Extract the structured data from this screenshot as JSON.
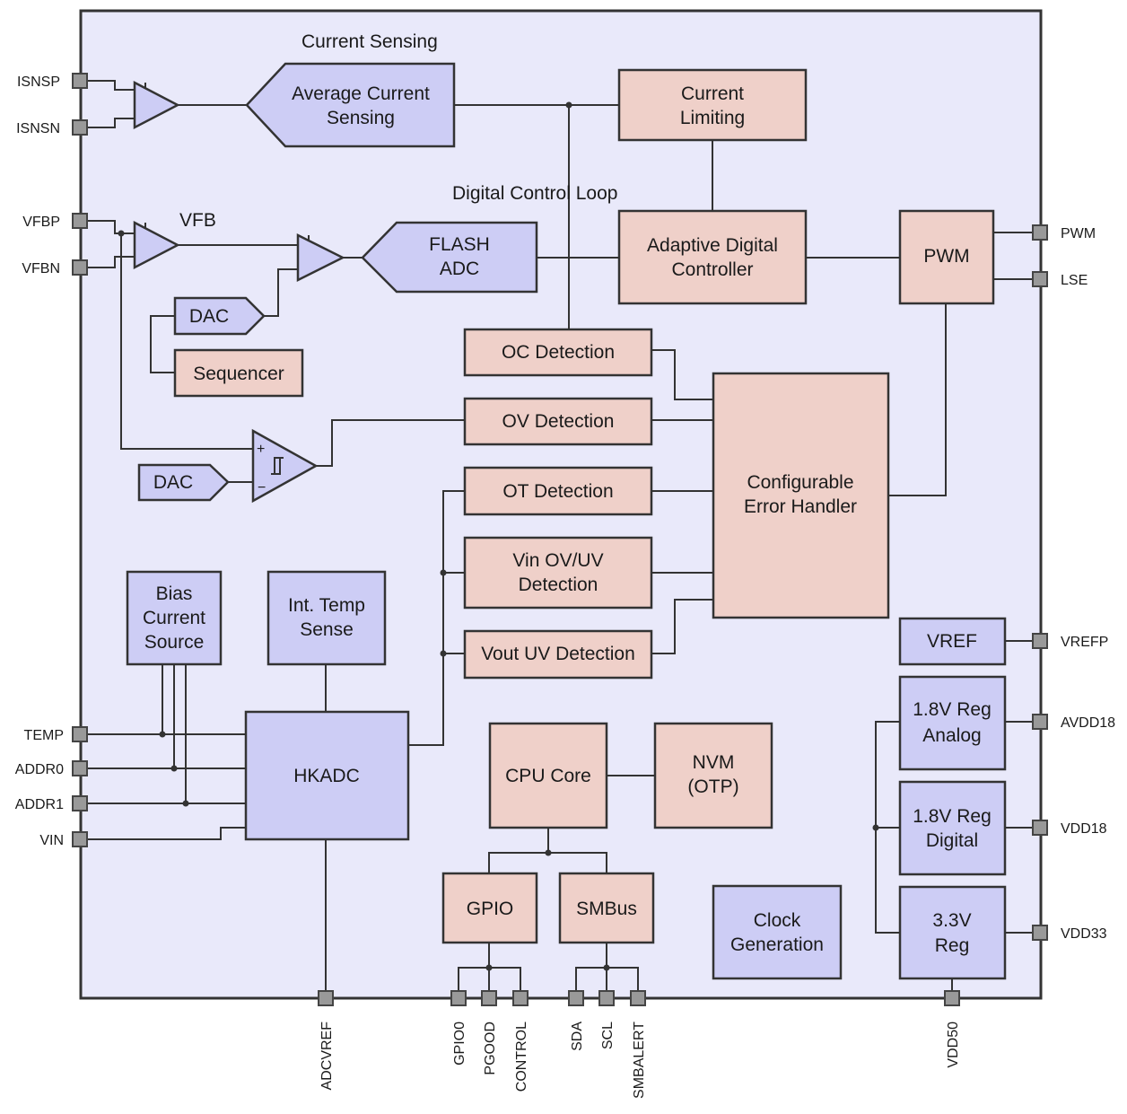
{
  "colors": {
    "chip_bg": "#e9e9fa",
    "block_pink": "#efd0c9",
    "block_blue": "#cdcdf5",
    "pin_fill": "#999999"
  },
  "section_labels": {
    "current_sensing": "Current Sensing",
    "digital_control_loop": "Digital Control Loop",
    "vfb": "VFB"
  },
  "blocks": {
    "avg_current": [
      "Average Current",
      "Sensing"
    ],
    "current_limiting": [
      "Current",
      "Limiting"
    ],
    "flash_adc": [
      "FLASH",
      "ADC"
    ],
    "adaptive_controller": [
      "Adaptive Digital",
      "Controller"
    ],
    "pwm": "PWM",
    "dac1": "DAC",
    "sequencer": "Sequencer",
    "oc_detection": "OC Detection",
    "ov_detection": "OV Detection",
    "dac2": "DAC",
    "ot_detection": "OT Detection",
    "vin_detection": [
      "Vin OV/UV",
      "Detection"
    ],
    "vout_detection": "Vout UV Detection",
    "error_handler": [
      "Configurable",
      "Error Handler"
    ],
    "bias_current": [
      "Bias",
      "Current",
      "Source"
    ],
    "temp_sense": [
      "Int. Temp",
      "Sense"
    ],
    "hkadc": "HKADC",
    "cpu_core": "CPU Core",
    "nvm": [
      "NVM",
      "(OTP)"
    ],
    "gpio": "GPIO",
    "smbus": "SMBus",
    "clock_gen": [
      "Clock",
      "Generation"
    ],
    "vref": "VREF",
    "reg_analog": [
      "1.8V Reg",
      "Analog"
    ],
    "reg_digital": [
      "1.8V Reg",
      "Digital"
    ],
    "reg_33": [
      "3.3V",
      "Reg"
    ]
  },
  "pins": {
    "left": [
      "ISNSP",
      "ISNSN",
      "VFBP",
      "VFBN",
      "TEMP",
      "ADDR0",
      "ADDR1",
      "VIN"
    ],
    "right": [
      "PWM",
      "LSE",
      "VREFP",
      "AVDD18",
      "VDD18",
      "VDD33"
    ],
    "bottom": [
      "ADCVREF",
      "GPIO0",
      "PGOOD",
      "CONTROL",
      "SDA",
      "SCL",
      "SMBALERT",
      "VDD50"
    ]
  }
}
